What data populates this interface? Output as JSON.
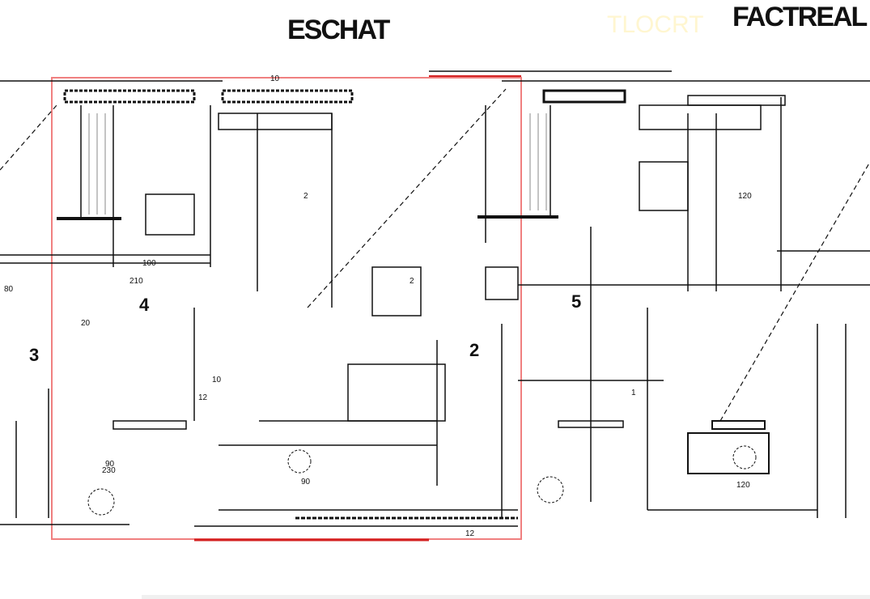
{
  "titles": {
    "left": "ESCHAT",
    "right": "FACTREAL",
    "ghost": "TLOCRT"
  },
  "dimensions": [
    "100",
    "210",
    "80",
    "230",
    "90",
    "120",
    "20",
    "12",
    "10",
    "1",
    "2",
    "90",
    "120",
    "2",
    "10",
    "12"
  ],
  "room_labels": [
    "3",
    "4",
    "5",
    "2"
  ],
  "colors": {
    "frame": "#f08080",
    "accent_line": "#d32020",
    "ink": "#111111"
  }
}
